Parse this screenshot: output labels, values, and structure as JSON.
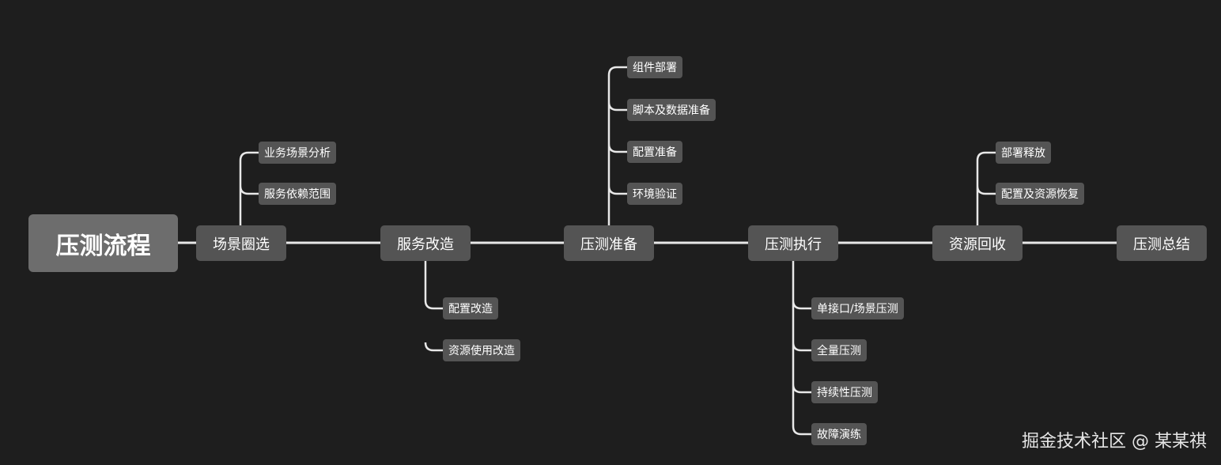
{
  "root": "压测流程",
  "steps": [
    {
      "label": "场景圈选",
      "children": [
        "业务场景分析",
        "服务依赖范围"
      ]
    },
    {
      "label": "服务改造",
      "children": [
        "配置改造",
        "资源使用改造"
      ]
    },
    {
      "label": "压测准备",
      "children": [
        "组件部署",
        "脚本及数据准备",
        "配置准备",
        "环境验证"
      ]
    },
    {
      "label": "压测执行",
      "children": [
        "单接口/场景压测",
        "全量压测",
        "持续性压测",
        "故障演练"
      ]
    },
    {
      "label": "资源回收",
      "children": [
        "部署释放",
        "配置及资源恢复"
      ]
    },
    {
      "label": "压测总结",
      "children": []
    }
  ],
  "watermark": "掘金技术社区 @ 某某祺"
}
